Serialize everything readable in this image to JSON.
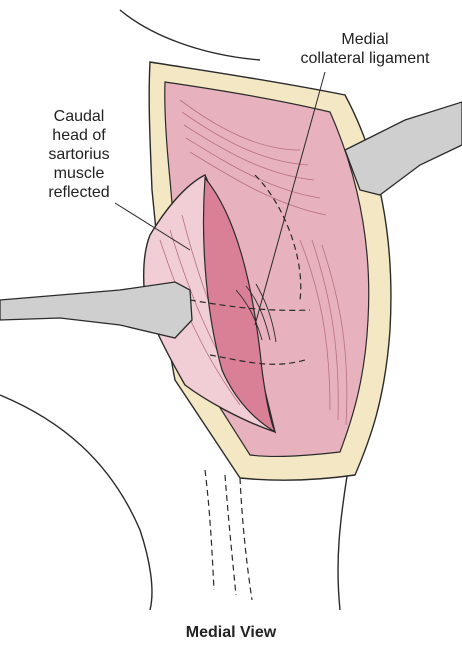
{
  "labels": {
    "mcl": [
      "Medial",
      "collateral ligament"
    ],
    "sartorius": [
      "Caudal",
      "head of",
      "sartorius",
      "muscle",
      "reflected"
    ]
  },
  "caption": "Medial View",
  "colors": {
    "skin_border": "#f4e7c4",
    "muscle": "#e7b1bd",
    "muscle_light": "#f1cdd5",
    "muscle_deep": "#d97f96",
    "retractor": "#cfcfcf",
    "line": "#2a2a2a"
  }
}
